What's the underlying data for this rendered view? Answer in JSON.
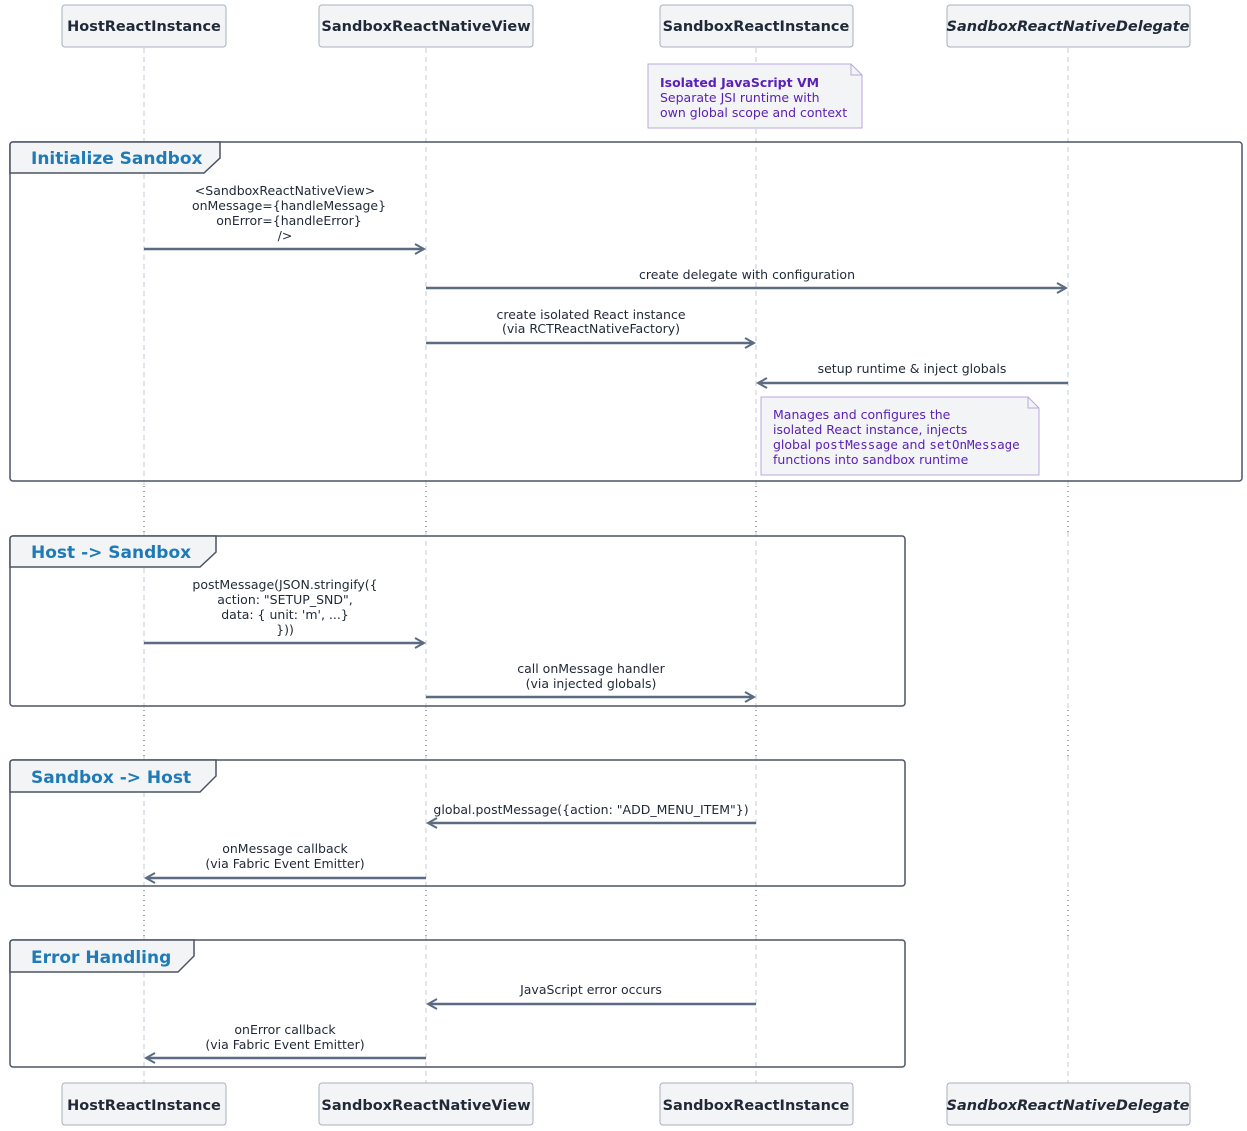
{
  "participants": [
    {
      "id": "host",
      "label": "HostReactInstance",
      "italic": false
    },
    {
      "id": "view",
      "label": "SandboxReactNativeView",
      "italic": false
    },
    {
      "id": "instance",
      "label": "SandboxReactInstance",
      "italic": false
    },
    {
      "id": "delegate",
      "label": "SandboxReactNativeDelegate",
      "italic": true
    }
  ],
  "notes": {
    "vm": {
      "title": "Isolated JavaScript VM",
      "line1": "Separate JSI runtime with",
      "line2": "own global scope and context"
    },
    "delegate": {
      "line1": "Manages and configures the",
      "line2": "isolated React instance, injects",
      "line3_a": "global ",
      "line3_b": "postMessage",
      "line3_c": " and ",
      "line3_d": "setOnMessage",
      "line4": "functions into sandbox runtime"
    }
  },
  "groups": [
    {
      "title": "Initialize Sandbox"
    },
    {
      "title": "Host -> Sandbox"
    },
    {
      "title": "Sandbox -> Host"
    },
    {
      "title": "Error Handling"
    }
  ],
  "messages": [
    {
      "from": "host",
      "to": "view",
      "lines": [
        "<SandboxReactNativeView>",
        "onMessage={handleMessage}",
        "onError={handleError}",
        "/>"
      ]
    },
    {
      "from": "view",
      "to": "delegate",
      "lines": [
        "create delegate with configuration"
      ]
    },
    {
      "from": "view",
      "to": "instance",
      "lines": [
        "create isolated React instance",
        "(via RCTReactNativeFactory)"
      ]
    },
    {
      "from": "delegate",
      "to": "instance",
      "lines": [
        "setup runtime & inject globals"
      ]
    },
    {
      "from": "host",
      "to": "view",
      "lines": [
        "postMessage(JSON.stringify({",
        "action: \"SETUP_SND\",",
        "data: { unit: 'm', ...}",
        "}))"
      ]
    },
    {
      "from": "view",
      "to": "instance",
      "lines": [
        "call onMessage handler",
        "(via injected globals)"
      ]
    },
    {
      "from": "instance",
      "to": "view",
      "lines": [
        "global.postMessage({action: \"ADD_MENU_ITEM\"})"
      ]
    },
    {
      "from": "view",
      "to": "host",
      "lines": [
        "onMessage callback",
        "(via Fabric Event Emitter)"
      ]
    },
    {
      "from": "instance",
      "to": "view",
      "lines": [
        "JavaScript error occurs"
      ]
    },
    {
      "from": "view",
      "to": "host",
      "lines": [
        "onError callback",
        "(via Fabric Event Emitter)"
      ]
    }
  ]
}
